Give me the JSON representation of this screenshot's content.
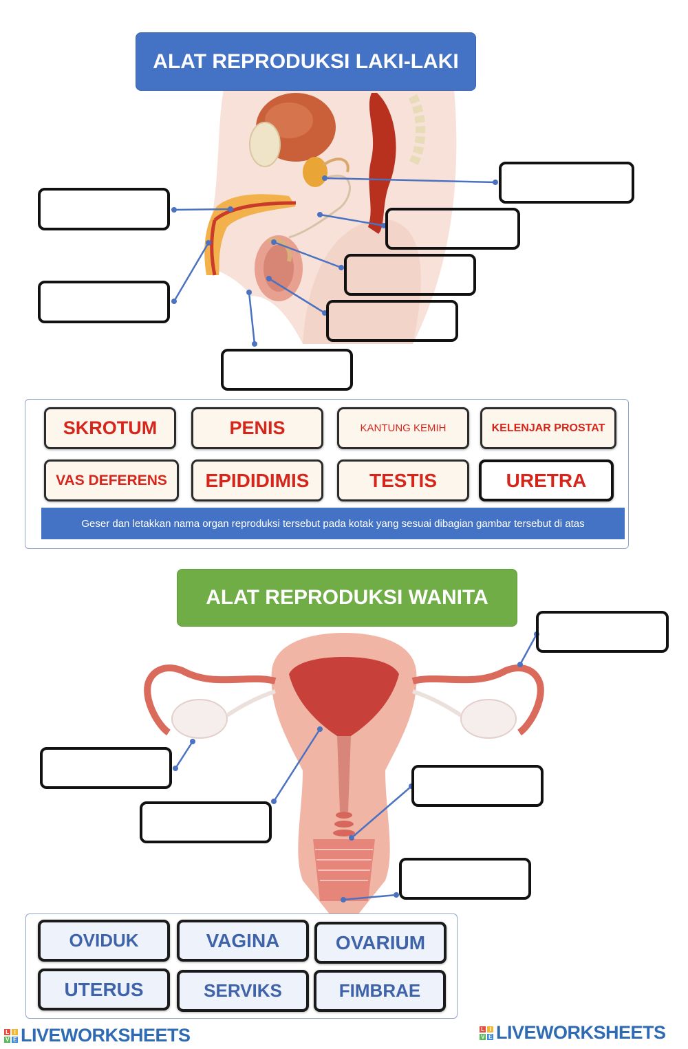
{
  "male_section": {
    "title": "ALAT REPRODUKSI LAKI-LAKI",
    "word_bank": [
      {
        "label": "SKROTUM"
      },
      {
        "label": "PENIS"
      },
      {
        "label": "KANTUNG KEMIH"
      },
      {
        "label": "KELENJAR PROSTAT"
      },
      {
        "label": "VAS DEFERENS"
      },
      {
        "label": "EPIDIDIMIS"
      },
      {
        "label": "TESTIS"
      },
      {
        "label": "URETRA"
      }
    ],
    "instruction": "Geser dan letakkan nama organ reproduksi tersebut pada kotak yang sesuai dibagian gambar tersebut di atas"
  },
  "female_section": {
    "title": "ALAT REPRODUKSI WANITA",
    "word_bank": [
      {
        "label": "OVIDUK"
      },
      {
        "label": "VAGINA"
      },
      {
        "label": "OVARIUM"
      },
      {
        "label": "UTERUS"
      },
      {
        "label": "SERVIKS"
      },
      {
        "label": "FIMBRAE"
      }
    ]
  },
  "footer": {
    "logo_left": "LIVEWORKSHEETS",
    "logo_right": "LIVEWORKSHEETS"
  },
  "colors": {
    "male_title_bg": "#4472c4",
    "female_title_bg": "#70ad47",
    "male_chip_text": "#d6261c",
    "female_chip_text": "#3f63a8",
    "leader_line": "#4a72c0"
  }
}
